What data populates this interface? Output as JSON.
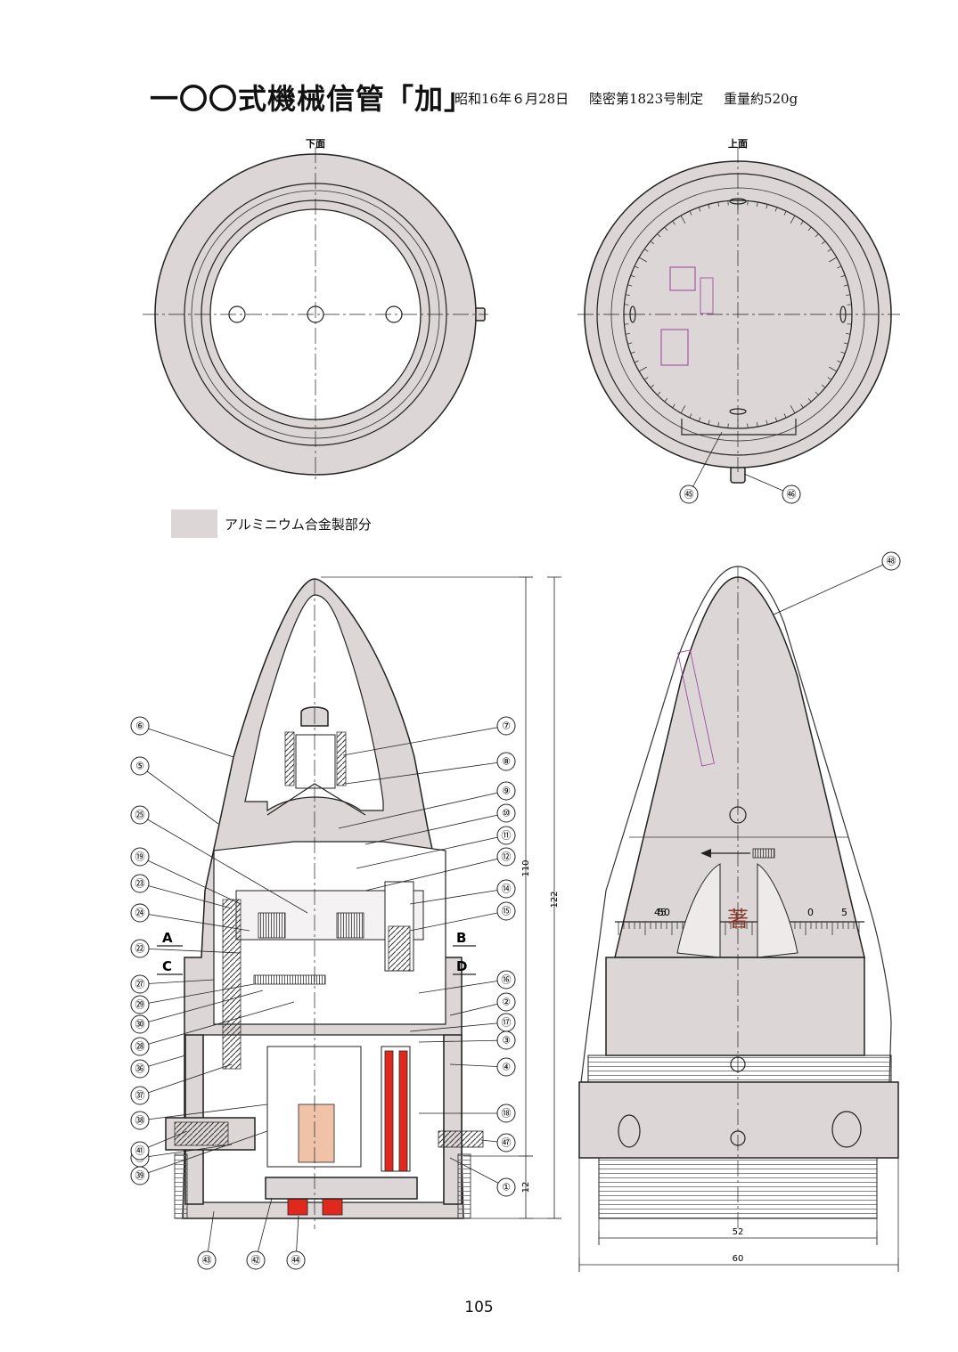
{
  "title": "一〇〇式機械信管「加」",
  "subtitle": {
    "date": "昭和16年６月28日",
    "order": "陸密第1823号制定",
    "weight": "重量約520g"
  },
  "views": {
    "bottom": "下面",
    "top": "上面"
  },
  "legend": {
    "label": "アルミニウム合金製部分",
    "color": "#dcd6d6"
  },
  "section_marks": [
    "A",
    "B",
    "C",
    "D"
  ],
  "dimensions": {
    "d110": "110",
    "d122": "122",
    "d12": "12",
    "d52": "52",
    "d60": "60"
  },
  "scale_labels": {
    "s45": "45",
    "s50": "50",
    "s0": "0",
    "s5": "5",
    "mark": "著"
  },
  "callouts": [
    "①",
    "②",
    "③",
    "④",
    "⑤",
    "⑥",
    "⑦",
    "⑧",
    "⑨",
    "⑩",
    "⑪",
    "⑫",
    "⑭",
    "⑮",
    "⑯",
    "⑰",
    "⑱",
    "⑲",
    "㉒",
    "㉓",
    "㉔",
    "㉕",
    "㉗",
    "㉘",
    "㉙",
    "㉚",
    "㊱",
    "㊲",
    "㊳",
    "㊴",
    "㊵",
    "㊶",
    "㊷",
    "㊸",
    "㊹",
    "㊺",
    "㊻",
    "㊼",
    "㊽"
  ],
  "page_number": "105",
  "colors": {
    "aluminum": "#dcd6d6",
    "red_parts": "#e0281e",
    "stamp": "#9a3f9a"
  }
}
